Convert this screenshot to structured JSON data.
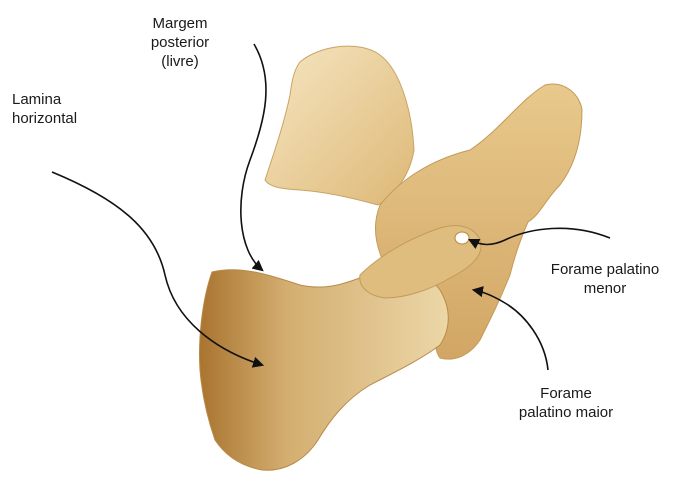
{
  "labels": {
    "lamina_horizontal": [
      "Lamina",
      "horizontal"
    ],
    "margem_posterior": [
      "Margem",
      "posterior",
      "(livre)"
    ],
    "forame_palatino_menor": [
      "Forame palatino",
      "menor"
    ],
    "forame_palatino_maior": [
      "Forame",
      "palatino maior"
    ]
  },
  "colors": {
    "bone_light": "#f1dcae",
    "bone_mid": "#dcb77a",
    "bone_dark": "#a9742f",
    "arrow": "#111111"
  }
}
